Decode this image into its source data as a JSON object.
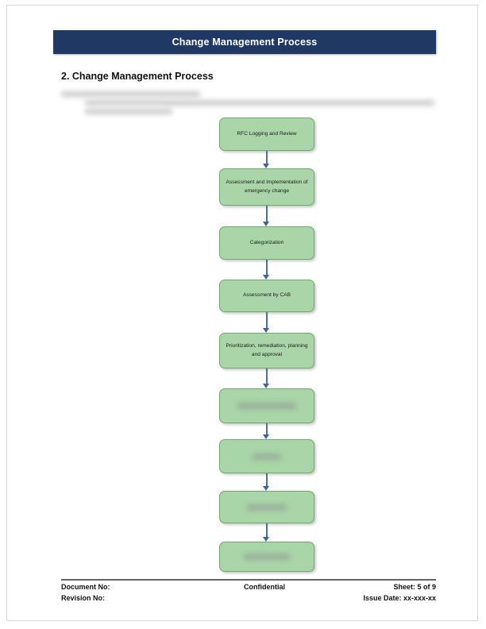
{
  "document": {
    "title_bar": "Change Management Process",
    "section_heading": "2. Change Management Process",
    "body_paragraph_redacted": true
  },
  "flowchart": {
    "type": "flow",
    "orientation": "vertical",
    "box_fill": "#A9D5A8",
    "box_border": "#6FA96C",
    "connector_color": "#4472A8",
    "steps": [
      {
        "id": 1,
        "label": "RFC Logging and Review",
        "redacted": false
      },
      {
        "id": 2,
        "label": "Assessment and Implementation of emergency change",
        "redacted": false
      },
      {
        "id": 3,
        "label": "Categorization",
        "redacted": false
      },
      {
        "id": 4,
        "label": "Assessment by CAB",
        "redacted": false
      },
      {
        "id": 5,
        "label": "Prioritization, remediation, planning and approval",
        "redacted": false
      },
      {
        "id": 6,
        "label": "",
        "redacted": true
      },
      {
        "id": 7,
        "label": "",
        "redacted": true
      },
      {
        "id": 8,
        "label": "",
        "redacted": true
      },
      {
        "id": 9,
        "label": "",
        "redacted": true
      }
    ]
  },
  "footer": {
    "document_no_label": "Document No:",
    "revision_no_label": "Revision No:",
    "confidential": "Confidential",
    "sheet": "Sheet: 5 of 9",
    "issue_date": "Issue Date: xx-xxx-xx"
  }
}
